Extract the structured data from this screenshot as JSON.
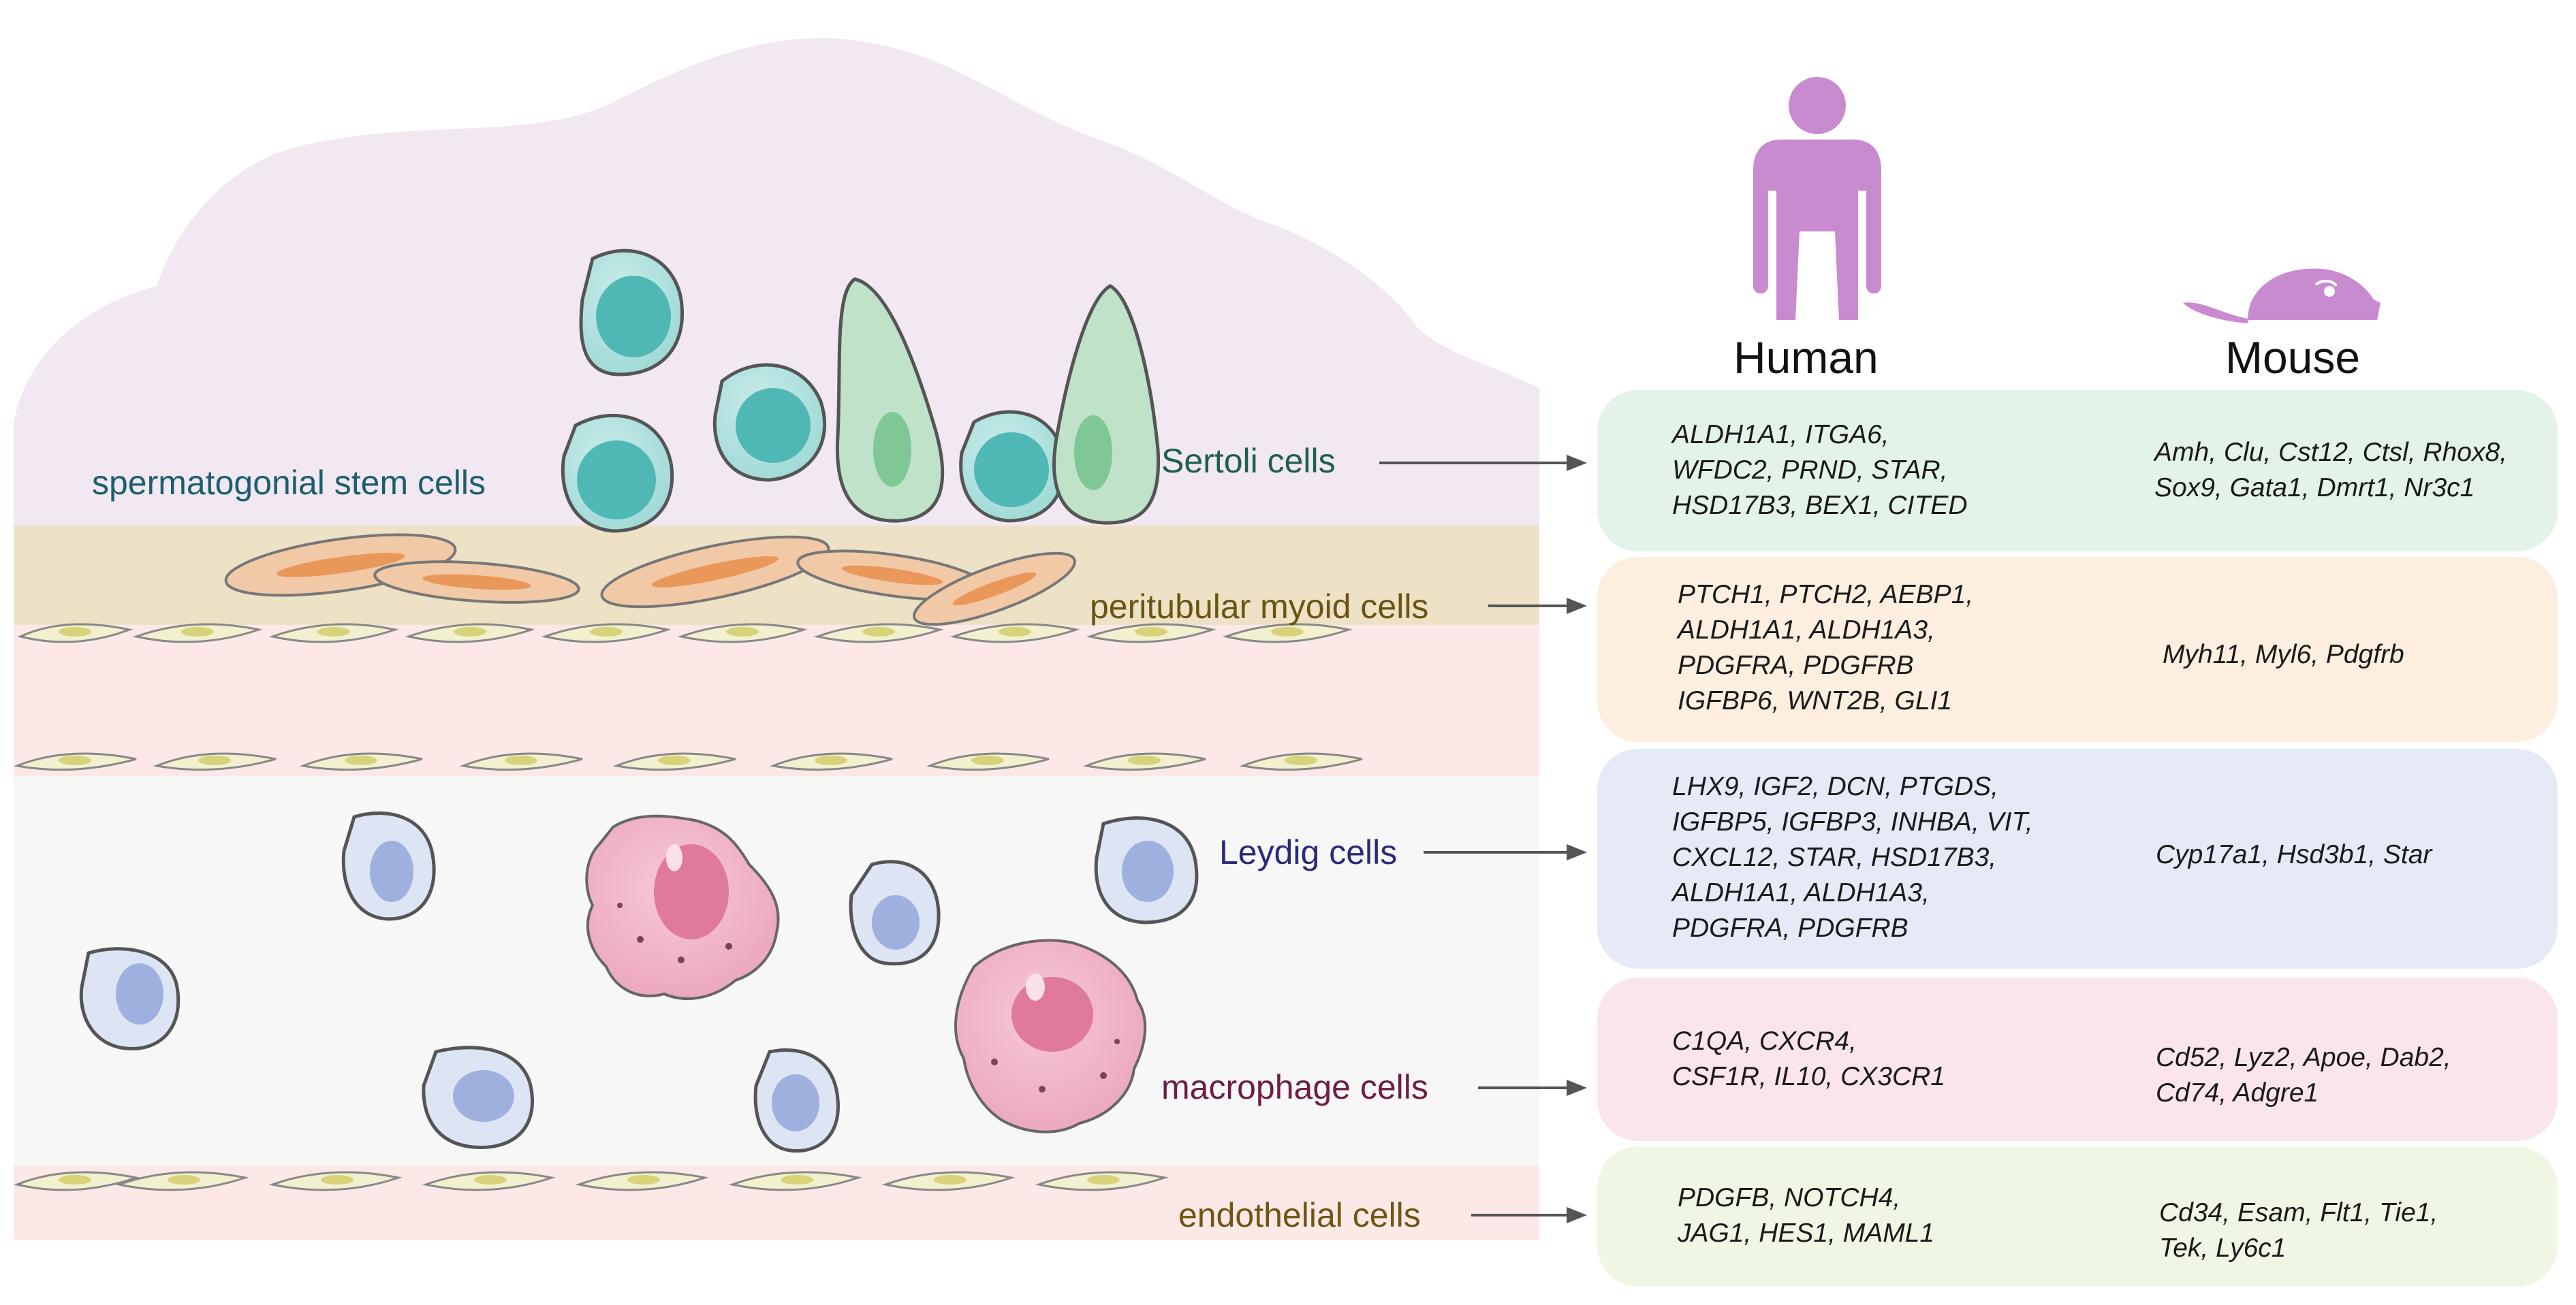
{
  "columns": {
    "human": "Human",
    "mouse": "Mouse"
  },
  "labels": {
    "ssc": "spermatogonial stem cells",
    "sertoli": "Sertoli cells",
    "ptm": "peritubular myoid cells",
    "leydig": "Leydig cells",
    "macrophage": "macrophage cells",
    "endothelial": "endothelial cells"
  },
  "rows": [
    {
      "key": "sertoli",
      "human": [
        "ALDH1A1, ITGA6,",
        "WFDC2, PRND, STAR,",
        "HSD17B3, BEX1, CITED"
      ],
      "mouse": [
        "Amh, Clu, Cst12, Ctsl, Rhox8,",
        "Sox9, Gata1, Dmrt1, Nr3c1"
      ]
    },
    {
      "key": "ptm",
      "human": [
        "PTCH1, PTCH2, AEBP1,",
        "ALDH1A1, ALDH1A3,",
        "PDGFRA, PDGFRB",
        "IGFBP6,  WNT2B, GLI1"
      ],
      "mouse": [
        "Myh11, Myl6, Pdgfrb"
      ]
    },
    {
      "key": "leydig",
      "human": [
        "LHX9, IGF2, DCN, PTGDS,",
        "IGFBP5, IGFBP3, INHBA, VIT,",
        "CXCL12, STAR, HSD17B3,",
        "ALDH1A1, ALDH1A3,",
        "PDGFRA, PDGFRB"
      ],
      "mouse": [
        "Cyp17a1, Hsd3b1, Star"
      ]
    },
    {
      "key": "macrophage",
      "human": [
        "C1QA, CXCR4,",
        "CSF1R, IL10, CX3CR1"
      ],
      "mouse": [
        "Cd52, Lyz2, Apoe, Dab2,",
        "Cd74, Adgre1"
      ]
    },
    {
      "key": "endothelial",
      "human": [
        "PDGFB, NOTCH4,",
        "JAG1, HES1, MAML1"
      ],
      "mouse": [
        "Cd34, Esam, Flt1, Tie1,",
        "Tek, Ly6c1"
      ]
    }
  ],
  "colors": {
    "tubule_bg": "#f1e8f2",
    "myoid_band": "#ede2c6",
    "endo_band": "#fde8e8",
    "interstitium": "#f7f7f7",
    "box_sertoli": "#e4f3e8",
    "box_ptm": "#fcefe0",
    "box_leydig": "#e6e9f6",
    "box_macrophage": "#fbe5ec",
    "box_endothelial": "#f0f6e4",
    "label_ssc": "#1b5e6e",
    "label_sertoli": "#1e5f4f",
    "label_ptm": "#6b5412",
    "label_leydig": "#2a2a7a",
    "label_macrophage": "#6e1d45",
    "label_endothelial": "#6e5612",
    "silhouette": "#c98bd0",
    "arrow": "#555555"
  },
  "icons": [
    "human-silhouette-icon",
    "mouse-silhouette-icon",
    "arrow-icon"
  ]
}
